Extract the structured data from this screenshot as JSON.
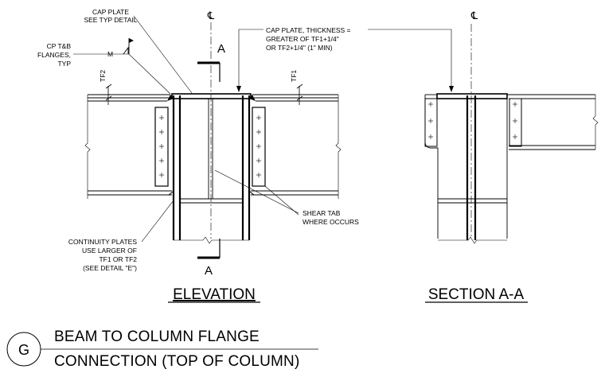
{
  "labels": {
    "cap_plate_top": [
      "CAP PLATE",
      "SEE TYP DETAIL"
    ],
    "cap_plate_thickness": [
      "CAP PLATE, THICKNESS =",
      "GREATER OF TF1+1/4\"",
      "OR TF2+1/4\" (1\" MIN)"
    ],
    "cp_flanges": [
      "CP T&B",
      "FLANGES,",
      "TYP"
    ],
    "weld_mark": "M",
    "tf1": "TF1",
    "tf2": "TF2",
    "centerline": "℄",
    "section_cut": "A",
    "shear_tab": [
      "SHEAR TAB",
      "WHERE OCCURS"
    ],
    "continuity": [
      "CONTINUITY PLATES",
      "USE LARGER OF",
      "TF1 OR TF2",
      "(SEE DETAIL \"E\")"
    ]
  },
  "views": {
    "elevation": "ELEVATION",
    "section": "SECTION A-A"
  },
  "detail": {
    "id": "G",
    "title_line1": "BEAM TO COLUMN FLANGE",
    "title_line2": "CONNECTION (TOP OF COLUMN)"
  }
}
